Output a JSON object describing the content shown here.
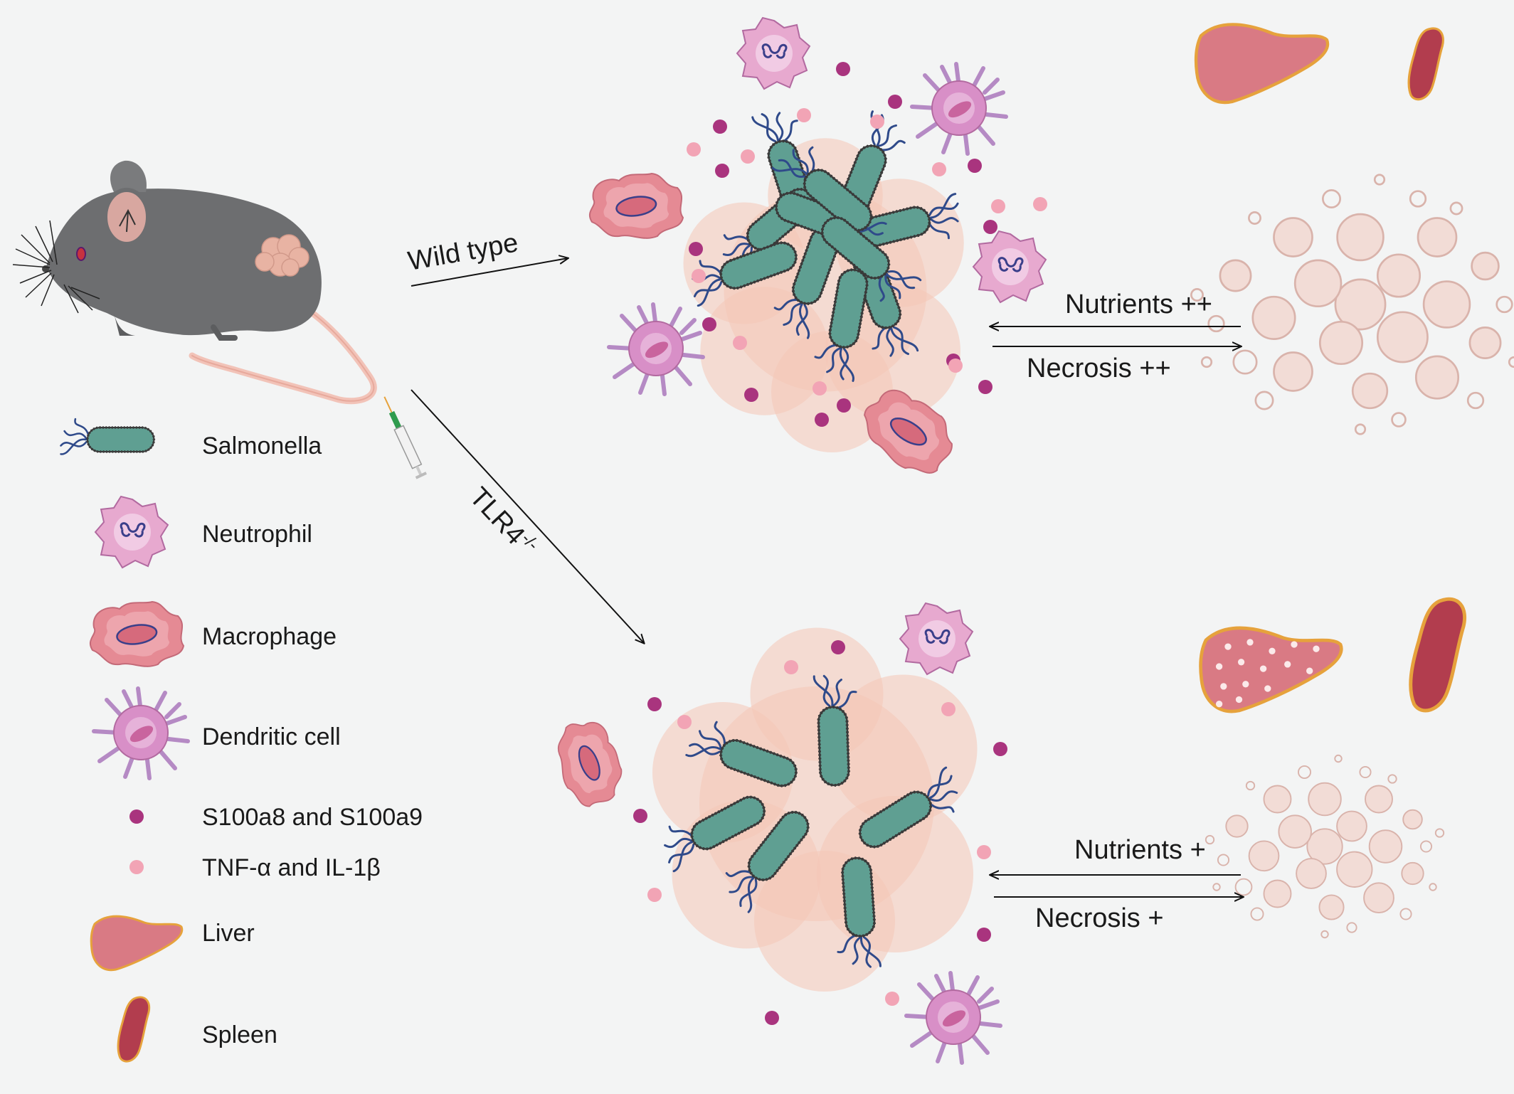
{
  "pathways": {
    "wild_type": {
      "label": "Wild type",
      "nutrients": "Nutrients ++",
      "necrosis": "Necrosis ++"
    },
    "knockout": {
      "label_main": "TLR4",
      "label_sup": "-/-",
      "nutrients": "Nutrients +",
      "necrosis": "Necrosis +"
    }
  },
  "legend": {
    "items": [
      {
        "label": "Salmonella",
        "icon": "salmonella-icon"
      },
      {
        "label": "Neutrophil",
        "icon": "neutrophil-icon"
      },
      {
        "label": "Macrophage",
        "icon": "macrophage-icon"
      },
      {
        "label": "Dendritic cell",
        "icon": "dendritic-cell-icon"
      },
      {
        "label": "S100a8 and S100a9",
        "icon": "purple-dot-icon"
      },
      {
        "label": "TNF-α and IL-1β",
        "icon": "pink-dot-icon"
      },
      {
        "label": "Liver",
        "icon": "liver-icon"
      },
      {
        "label": "Spleen",
        "icon": "spleen-icon"
      }
    ]
  },
  "colors": {
    "background": "#f3f4f4",
    "mouse": "#6d6e70",
    "bacteria": "#5f9f92",
    "flagella": "#2f4a8a",
    "neutrophil": "#e7a9cf",
    "macrophage": "#e58a94",
    "dendritic": "#d88fc7",
    "s100": "#a9347e",
    "tnf": "#f2a4b5",
    "liver": "#d97a84",
    "spleen": "#b23d4e",
    "granuloma": "#f4c6b6"
  }
}
